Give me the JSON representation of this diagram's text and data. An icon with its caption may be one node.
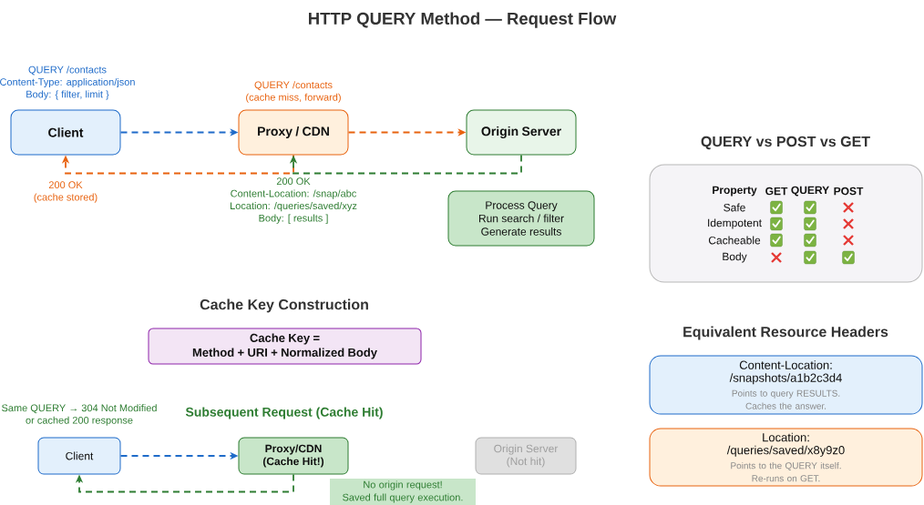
{
  "diagram": {
    "title": "HTTP QUERY Method — Request Flow",
    "nodes": [
      {
        "text": [
          "Client"
        ],
        "beside": [
          "QUERY /contacts Content-Type: application/json Body: { filter, limit }",
          "200 OK (cache stored)"
        ]
      },
      {
        "text": [
          "Proxy / CDN"
        ],
        "beside": [
          "QUERY /contacts (cache miss, forward)",
          "200 OK Content-Location: /snap/abc Location: /queries/saved/xyz Body: [ results ]"
        ]
      },
      {
        "text": [
          "Origin Server"
        ]
      },
      {
        "text": [
          "Process Query Run search / filter Generate results"
        ]
      },
      {
        "text": [
          "Property",
          "GET",
          "QUERY",
          "POST",
          "Safe",
          "Idempotent",
          "Cacheable",
          "Body"
        ]
      },
      {
        "text": [
          "Cache Key = Method + URI + Normalized Body"
        ]
      },
      {
        "text": [
          "Client"
        ],
        "beside": [
          "Same QUERY → 304 Not Modified or cached 200 response"
        ]
      },
      {
        "text": [
          "Proxy/CDN (Cache Hit!)"
        ]
      },
      {
        "text": [
          "Origin Server (Not hit)"
        ]
      },
      {
        "text": [
          "No origin request! Saved full query execution."
        ]
      },
      {
        "text": [
          "Content-Location: /snapshots/a1b2c3d4",
          "Points to query RESULTS. Caches the answer."
        ]
      },
      {
        "text": [
          "Location: /queries/saved/x8y9z0",
          "Points to the QUERY itself. Re-runs on GET."
        ]
      }
    ],
    "edges": [
      {
        "from": 0,
        "to": 1,
        "arrow": "to",
        "style": "dashed",
        "color": "#1f6bc9"
      },
      {
        "from": 1,
        "to": 2,
        "arrow": "to",
        "style": "dashed",
        "color": "#e8620f"
      },
      {
        "from": 2,
        "to": 1,
        "arrow": "to",
        "style": "dashed",
        "color": "#2e7d32"
      },
      {
        "from": 1,
        "to": 0,
        "arrow": "to",
        "style": "dashed",
        "color": "#e8620f"
      },
      {
        "from": 6,
        "to": 7,
        "arrow": "to",
        "style": "dashed",
        "color": "#1f6bc9"
      },
      {
        "from": 7,
        "to": 6,
        "arrow": "to",
        "style": "dashed",
        "color": "#2e7d32"
      }
    ],
    "labels": [
      "QUERY vs POST vs GET",
      "Cache Key Construction",
      "Equivalent Resource Headers",
      "Subsequent Request (Cache Hit)"
    ]
  }
}
